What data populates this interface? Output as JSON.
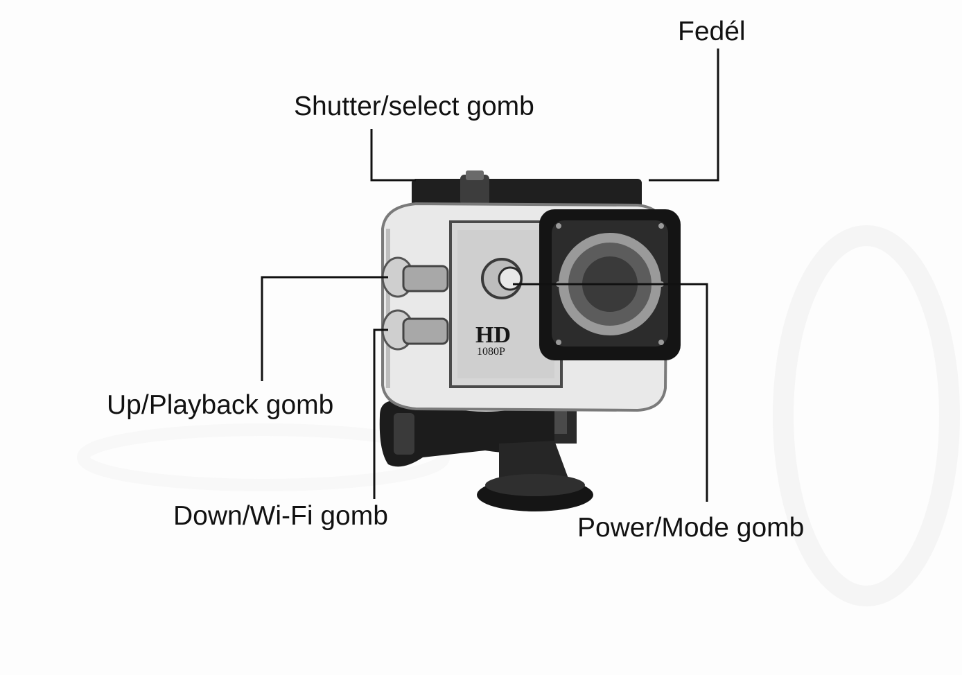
{
  "labels": {
    "fedel": "Fedél",
    "shutter": "Shutter/select gomb",
    "up_playback": "Up/Playback gomb",
    "down_wifi": "Down/Wi-Fi gomb",
    "power_mode": "Power/Mode gomb"
  },
  "camera": {
    "badge_main": "HD",
    "badge_sub": "1080P"
  },
  "colors": {
    "leader_line": "#111111",
    "background": "#fdfdfd"
  }
}
